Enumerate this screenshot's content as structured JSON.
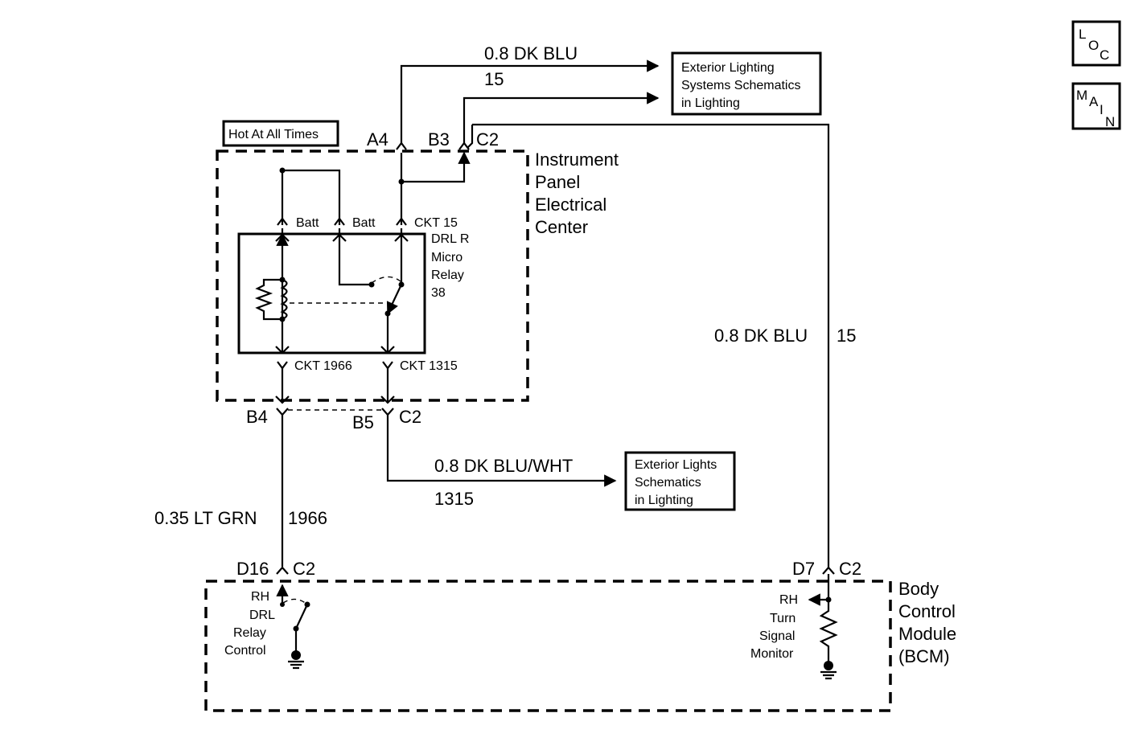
{
  "nav": {
    "loc": [
      "L",
      "O",
      "C"
    ],
    "main": [
      "M",
      "A",
      "I",
      "N"
    ]
  },
  "hot_box": "Hot At All Times",
  "ipec": {
    "label": [
      "Instrument",
      "Panel",
      "Electrical",
      "Center"
    ],
    "batt_1": "Batt",
    "batt_2": "Batt",
    "ckt_15": "CKT 15",
    "relay_label": [
      "DRL R",
      "Micro",
      "Relay",
      "38"
    ],
    "ckt_1966": "CKT 1966",
    "ckt_1315": "CKT 1315"
  },
  "connectors": {
    "a4": "A4",
    "b3": "B3",
    "c2_top": "C2",
    "b4": "B4",
    "b5": "B5",
    "c2_mid": "C2",
    "d16": "D16",
    "c2_d16": "C2",
    "d7": "D7",
    "c2_d7": "C2"
  },
  "wires": {
    "top_color": "0.8 DK BLU",
    "top_circuit": "15",
    "right_color": "0.8 DK BLU",
    "right_circuit": "15",
    "mid_color": "0.8 DK BLU/WHT",
    "mid_circuit": "1315",
    "left_color": "0.35 LT GRN",
    "left_circuit": "1966"
  },
  "refs": {
    "ext_lighting_systems": [
      "Exterior Lighting",
      "Systems Schematics",
      "in Lighting"
    ],
    "ext_lights": [
      "Exterior Lights",
      "Schematics",
      "in Lighting"
    ]
  },
  "bcm": {
    "label": [
      "Body",
      "Control",
      "Module",
      "(BCM)"
    ],
    "rh_drl": [
      "RH",
      "DRL",
      "Relay",
      "Control"
    ],
    "rh_turn": [
      "RH",
      "Turn",
      "Signal",
      "Monitor"
    ]
  }
}
